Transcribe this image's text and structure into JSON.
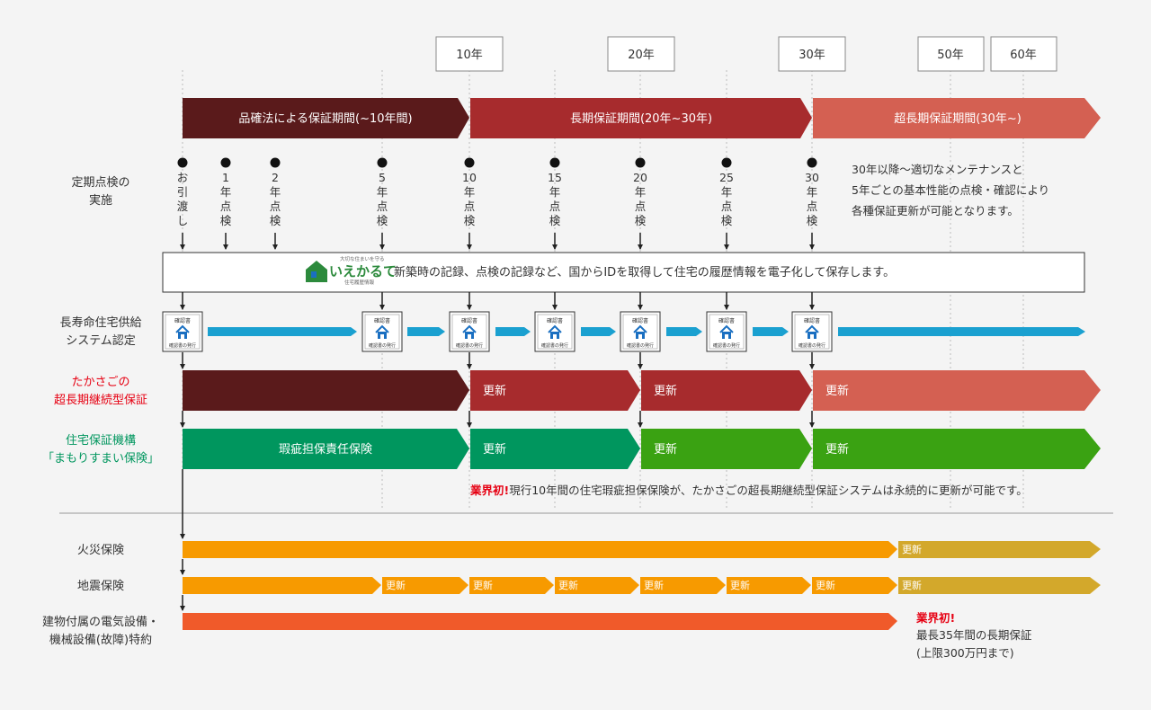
{
  "year_boxes": [
    "10年",
    "20年",
    "30年",
    "50年",
    "60年"
  ],
  "phase_bar": {
    "law_period": "品確法による保証期間(~10年間)",
    "long_period": "長期保証期間(20年~30年)",
    "super_long_period": "超長期保証期間(30年~)"
  },
  "inspection": {
    "row_label": [
      "定期点検の",
      "実施"
    ],
    "points": [
      [
        "お",
        "引",
        "渡",
        "し"
      ],
      [
        "1",
        "年",
        "点",
        "検"
      ],
      [
        "2",
        "年",
        "点",
        "検"
      ],
      [
        "5",
        "年",
        "点",
        "検"
      ],
      [
        "10",
        "年",
        "点",
        "検"
      ],
      [
        "15",
        "年",
        "点",
        "検"
      ],
      [
        "20",
        "年",
        "点",
        "検"
      ],
      [
        "25",
        "年",
        "点",
        "検"
      ],
      [
        "30",
        "年",
        "点",
        "検"
      ]
    ],
    "note": [
      "30年以降～適切なメンテナンスと",
      "5年ごとの基本性能の点検・確認により",
      "各種保証更新が可能となります。"
    ]
  },
  "record_box": {
    "logo_tag": "大切な住まいを守る",
    "logo_text": "いえかるて",
    "logo_sub": "住宅履歴情報",
    "text": "新築時の記録、点検の記録など、国からIDを取得して住宅の履歴情報を電子化して保存します。"
  },
  "certification": {
    "row_label": [
      "長寿命住宅供給",
      "システム認定"
    ],
    "doc_title": "確認書",
    "doc_caption": "確認書の発行"
  },
  "takasago": {
    "row_label": [
      "たかさごの",
      "超長期継続型保証"
    ],
    "renew": "更新"
  },
  "mamori": {
    "row_label": [
      "住宅保証機構",
      "「まもりすまい保険」"
    ],
    "main": "瑕疵担保責任保険",
    "renew": "更新"
  },
  "industry_note": {
    "highlight": "業界初!",
    "text": "現行10年間の住宅瑕疵担保保険が、たかさごの超長期継続型保証システムは永続的に更新が可能です。"
  },
  "fire": {
    "label": "火災保険",
    "renew": "更新"
  },
  "quake": {
    "label": "地震保険",
    "renew": "更新"
  },
  "equipment": {
    "label": [
      "建物付属の電気設備・",
      "機械設備(故障)特約"
    ],
    "highlight": "業界初!",
    "lines": [
      "最長35年間の長期保証",
      "(上限300万円まで)"
    ]
  },
  "colors": {
    "dark_maroon": "#5a1a1b",
    "red": "#a72b2d",
    "salmon": "#d46052",
    "teal_green": "#00965e",
    "green": "#3aa212",
    "orange": "#f79a00",
    "mustard": "#d3a82b",
    "red_orange": "#f05a2a",
    "cyan": "#1aa0d0",
    "accent_red": "#e60012"
  }
}
